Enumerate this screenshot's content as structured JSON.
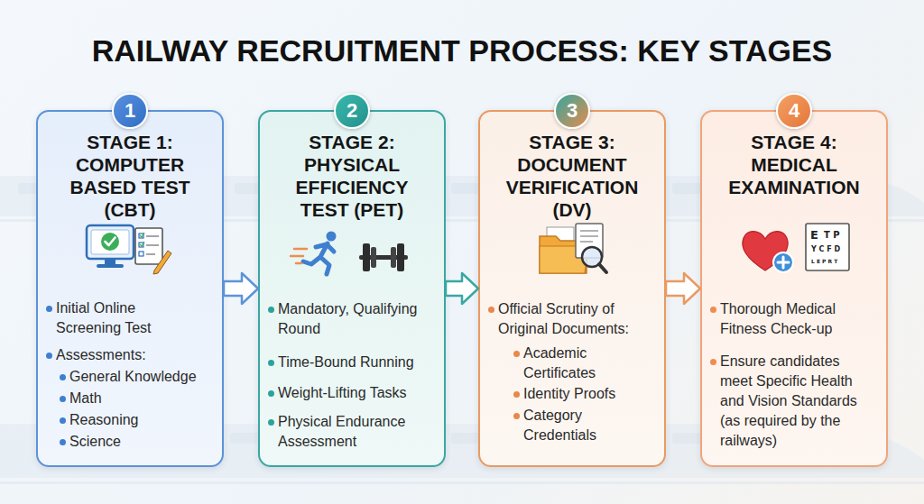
{
  "diagram": {
    "title": "RAILWAY RECRUITMENT PROCESS: KEY STAGES",
    "nodes": [
      {
        "text": [
          "STAGE 1: COMPUTER BASED TEST (CBT)",
          "Initial Online Screening Test",
          "Assessments:",
          "General Knowledge",
          "Math",
          "Reasoning",
          "Science"
        ]
      },
      {
        "text": [
          "1"
        ],
        "in": 0
      },
      {
        "text": [
          "STAGE 2: PHYSICAL EFFICIENCY TEST (PET)",
          "Mandatory, Qualifying Round",
          "Time-Bound Running",
          "Weight-Lifting Tasks",
          "Physical Endurance Assessment"
        ]
      },
      {
        "text": [
          "2"
        ],
        "in": 2
      },
      {
        "text": [
          "STAGE 3: DOCUMENT VERIFICATION (DV)",
          "Official Scrutiny of Original Documents:",
          "Academic Certificates",
          "Identity Proofs",
          "Category Credentials"
        ]
      },
      {
        "text": [
          "3"
        ],
        "in": 4
      },
      {
        "text": [
          "STAGE 4: MEDICAL EXAMINATION",
          "Thorough Medical Fitness Check-up",
          "Ensure candidates meet Specific Health and Vision Standards (as required by the railways)"
        ]
      },
      {
        "text": [
          "4"
        ],
        "in": 6
      }
    ],
    "edges": [
      {
        "from": 0,
        "to": 2,
        "arrow": "to"
      },
      {
        "from": 2,
        "to": 4,
        "arrow": "to"
      },
      {
        "from": 4,
        "to": 6,
        "arrow": "to"
      }
    ],
    "labels": [
      "E",
      "T P",
      "Y C F D",
      "L E P R T"
    ]
  }
}
